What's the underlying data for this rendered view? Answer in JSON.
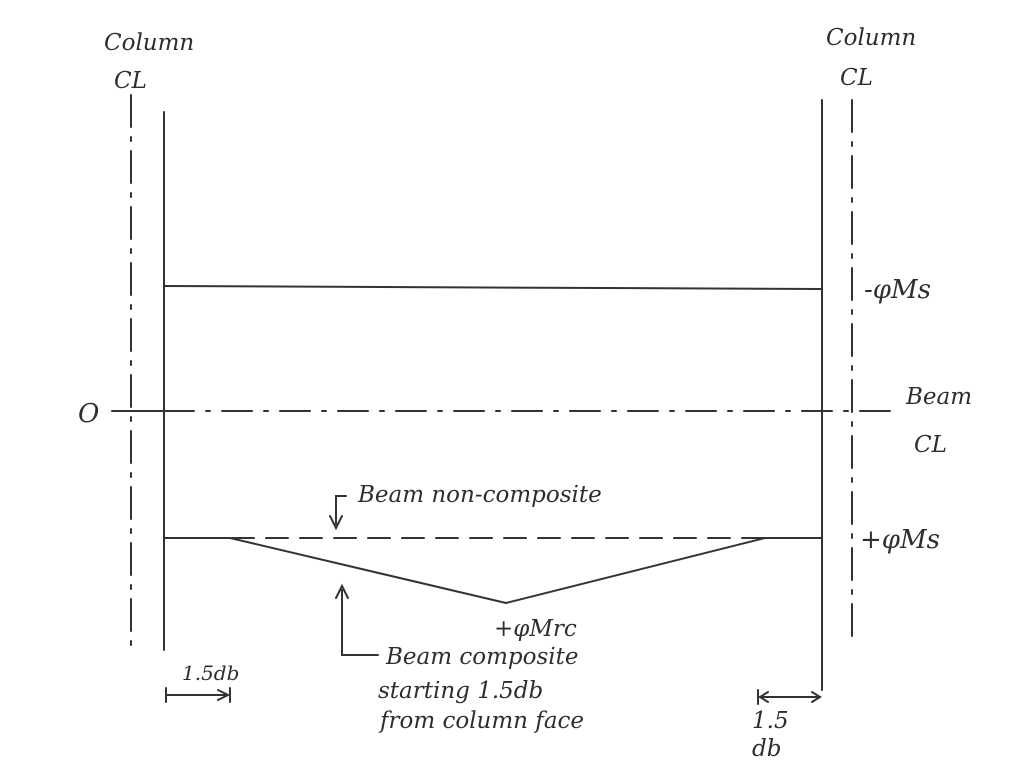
{
  "labels": {
    "left_column": "Column",
    "left_centerline": "CL",
    "right_column": "Column",
    "right_centerline": "CL",
    "neg_moment": "-φMs",
    "zero": "O",
    "beam_centerline_1": "Beam",
    "beam_centerline_2": "CL",
    "pos_moment": "+φMs",
    "non_composite": "Beam non-composite",
    "composite_moment": "+φMrc",
    "composite_1": "Beam composite",
    "composite_2": "starting 1.5db",
    "composite_3": "from column face",
    "left_dim": "1.5db",
    "right_dim_1": "1.5",
    "right_dim_2": "db"
  },
  "colors": {
    "ink": "#333333",
    "paper": "#ffffff"
  }
}
